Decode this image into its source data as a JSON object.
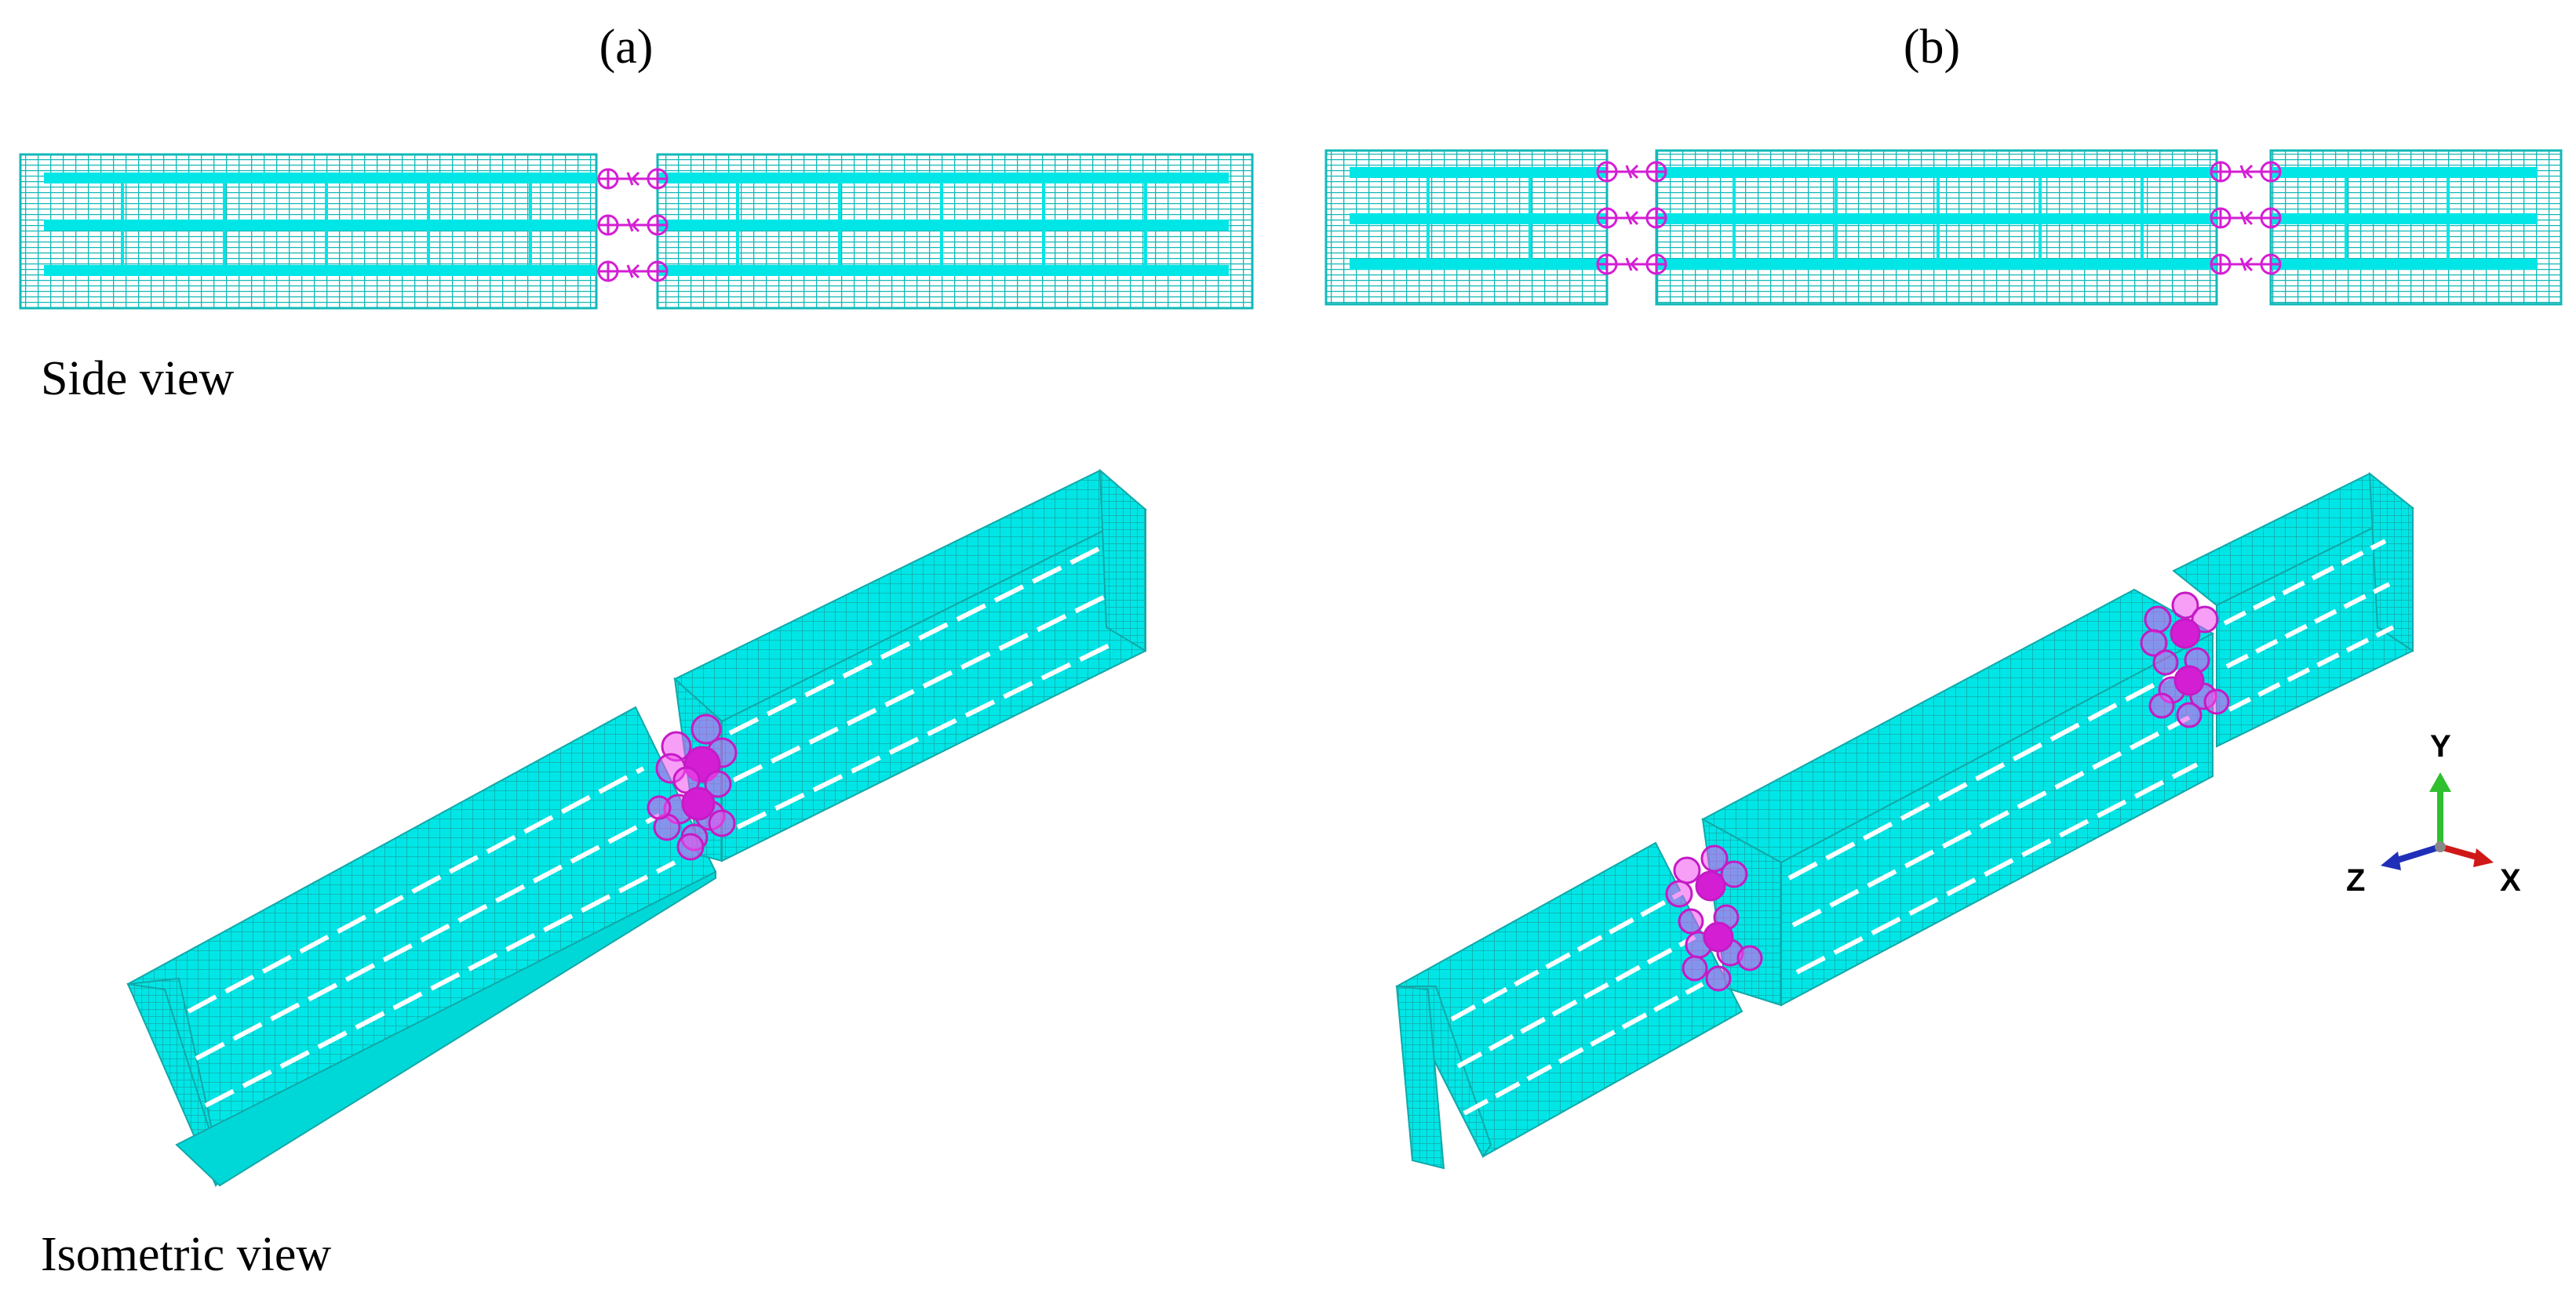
{
  "panels": {
    "a_label": "(a)",
    "b_label": "(b)"
  },
  "views": {
    "side_label": "Side view",
    "iso_label": "Isometric view"
  },
  "triad": {
    "y_label": "Y",
    "z_label": "Z",
    "x_label": "X",
    "colors": {
      "y": "#2fbf2f",
      "z": "#1f2fb8",
      "x": "#d01818"
    }
  },
  "colors": {
    "mesh": "#00e0e0",
    "mesh_line": "#1fb5b5",
    "connector": "#d41ed4",
    "background": "#ffffff"
  },
  "icons": {
    "connector": "spring-connector-icon",
    "triad": "coordinate-triad-icon"
  }
}
